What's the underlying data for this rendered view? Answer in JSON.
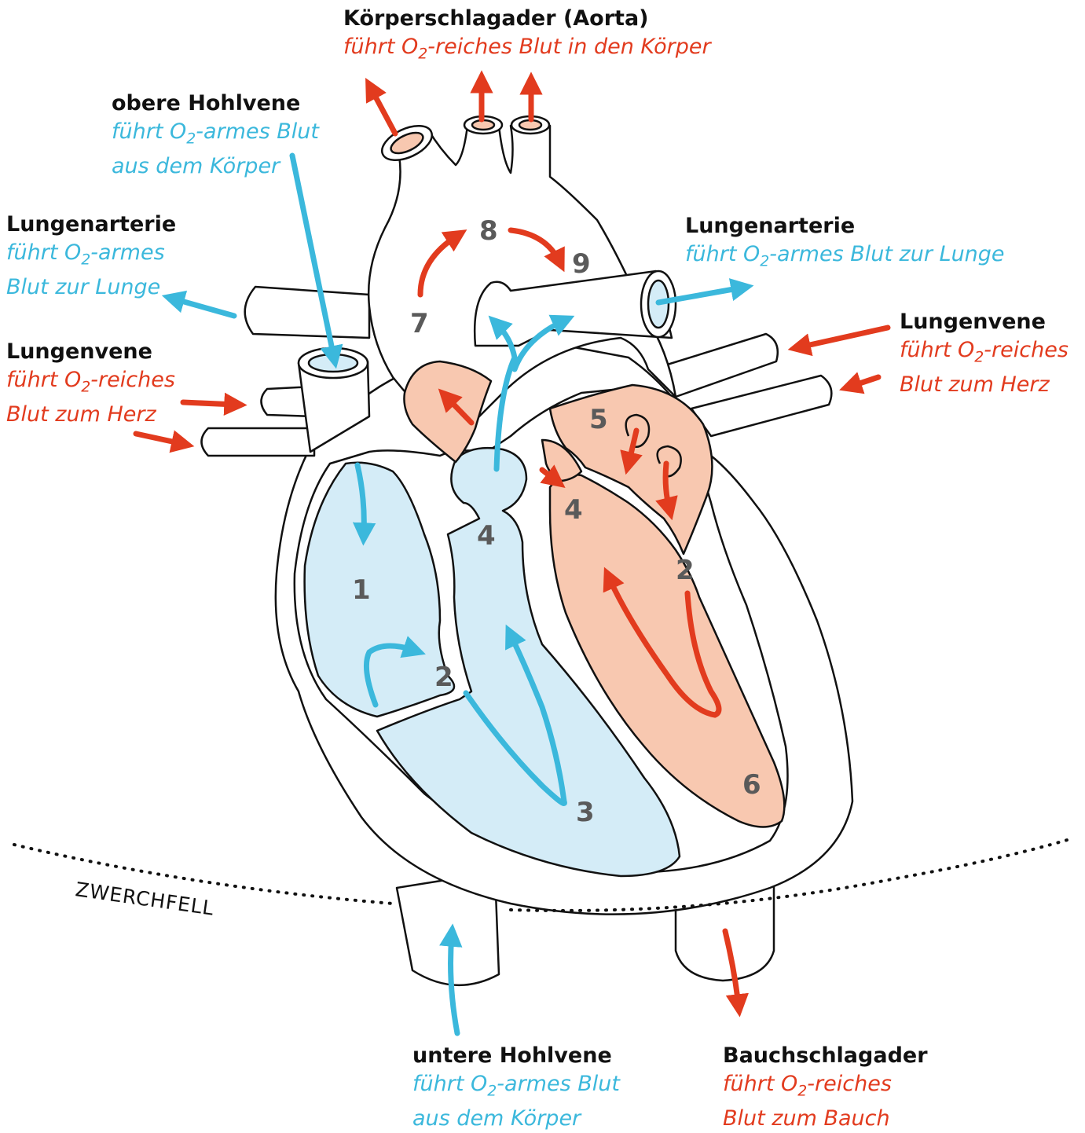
{
  "colors": {
    "oxygen_rich": "#e23b1e",
    "oxygen_poor": "#3bb8dc",
    "right_chambers_fill": "#d4ecf7",
    "left_chambers_fill": "#f8c8b0",
    "outline": "#111111"
  },
  "labels": {
    "aorta": {
      "title": "Körperschlagader (Aorta)",
      "desc_1": "führt O2-reiches Blut in den Körper"
    },
    "upper_vena_cava": {
      "title": "obere Hohlvene",
      "desc_1": "führt O2-armes Blut",
      "desc_2": "aus dem Körper"
    },
    "pulmonary_artery_left": {
      "title": "Lungenarterie",
      "desc_1": "führt O2-armes",
      "desc_2": "Blut zur Lunge"
    },
    "pulmonary_artery_right": {
      "title": "Lungenarterie",
      "desc_1": "führt O2-armes Blut zur Lunge"
    },
    "pulmonary_vein_left": {
      "title": "Lungenvene",
      "desc_1": "führt O2-reiches",
      "desc_2": "Blut zum Herz"
    },
    "pulmonary_vein_right": {
      "title": "Lungenvene",
      "desc_1": "führt O2-reiches",
      "desc_2": "Blut zum Herz"
    },
    "lower_vena_cava": {
      "title": "untere Hohlvene",
      "desc_1": "führt O2-armes Blut",
      "desc_2": "aus dem Körper"
    },
    "abdominal_aorta": {
      "title": "Bauchschlagader",
      "desc_1": "führt O2-reiches",
      "desc_2": "Blut zum Bauch"
    }
  },
  "diaphragm_label": "ZWERCHFELL",
  "step_numbers": {
    "right_atrium": "1",
    "tricuspid_valve": "2",
    "right_ventricle_apex": "3",
    "pulmonary_valve": "4",
    "aortic_valve": "4",
    "left_atrium": "5",
    "mitral_valve": "2",
    "left_ventricle": "6",
    "aorta_arch_start": "7",
    "aorta_arch_top": "8",
    "aorta_arch_end": "9"
  }
}
